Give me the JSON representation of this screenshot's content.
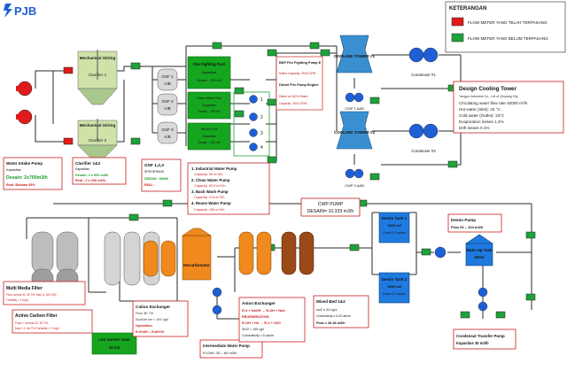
{
  "header": {
    "logo_text": "PJB",
    "legend_title": "KETERANGAN",
    "legend_installed": "FLOW METER YANG TELAH TERPASANG",
    "legend_not_installed": "FLOW METER YANG BELUM TERPASANG"
  },
  "colors": {
    "installed": "#e01b1b",
    "not_installed": "#1ea23a",
    "pipe": "#2a2a2a",
    "box_border": "#c81e1e",
    "pump_red": "#e01b1b",
    "pump_blue": "#1f5fd6",
    "tower": "#3a8fd0",
    "green_pool": "#16a51f",
    "filter_grey": "#bdbdbd",
    "orange": "#f08a1e",
    "brown": "#9a4a17",
    "tank_blue": "#1f7ae0",
    "spec_red": "#c81e1e",
    "spec_green": "#1b9a2a"
  },
  "equipment": {
    "mechanical_stirring_1": "Mechanical Stiring",
    "clarifier_1": "Clarifier 1",
    "mechanical_stirring_2": "Mechanical Stiring",
    "clarifier_2": "Clarifier 2",
    "gsf_1": "GSF 1",
    "gsf_2": "GSF 2",
    "gsf_3": "GSF 3",
    "gsf_ab": "A/B",
    "ff_pool_title": "Fire Fighting Pool",
    "ff_pool_cap": "Kapasitas",
    "ff_pool_design": "Desain : 750 m3",
    "cw_pool_title": "Clean Water Pool",
    "cw_pool_cap": "Kapasitas",
    "cw_pool_design": "Desain : 750 m3",
    "reuse_pool_title": "Reuse Pool",
    "reuse_pool_cap": "Kapasitas",
    "reuse_pool_design": "Desain : 150 m3",
    "pump_labels": [
      "1",
      "2",
      "3",
      "4"
    ],
    "cooling_tower_1": "COOLING TOWER #1",
    "cooling_tower_2": "COOLING TOWER #2",
    "cwp1": "CWP 1 A&B",
    "cwp2": "CWP 2 A&B",
    "condenser_1": "Condenser #1",
    "condenser_2": "Condenser #2",
    "life_water_tank": "LIFE WATER TANK",
    "life_water_tank_cap": "40 m3",
    "decarbonator": "Decarbonator",
    "demin_tank_1": "Demin Tank 1",
    "demin_tank_1_cap": "1000 m3",
    "demin_tank_1_cond": "Cond: 0.2 us/cm",
    "demin_tank_2": "Demin Tank 2",
    "demin_tank_2_cap": "1000 m3",
    "demin_tank_2_cond": "Cond: 0.2 us/cm",
    "makeup_tank": "Make Up Tank",
    "makeup_tank_cap": "40m3"
  },
  "annotations": {
    "intake_title": "Water Intake Pump",
    "intake_cap": "Kapasitas",
    "intake_design": "Desain: 2x700m3/h",
    "intake_real": "Real: Bukaan 35%",
    "clarifier_title": "Clarifier 1&2",
    "clarifier_cap": "Kapasitas",
    "clarifier_design": "Desain: 2 x 600 m3/h",
    "clarifier_real": "Real : 2 x 200 m3/h",
    "gsf_title": "GSF 1,2,3",
    "gsf_spec": "SPESIFIKASI",
    "gsf_design": "DESAIN : 800t/h",
    "gsf_real": "REAL :",
    "bdp_title": "BDP Fire Fighting Pump E",
    "bdp_cap": "Rated Capacity: 2642 GPM",
    "diesel_title": "Diesel Fire Pump Engine",
    "diesel_rated": "Rated at 150% Rated",
    "diesel_cap": "Capacity: 2642 GPM",
    "water_pumps": [
      "1. Industrial Water Pump",
      "Capacity: 95 m^3/h",
      "2. Clean Water Pump",
      "Capacity: 63.5 m^3/h",
      "3. Back Wash Pump",
      "Capacity: 174 m^3/h",
      "4. Reuse Water Pump",
      "Capacity: 199 m^3/h"
    ],
    "cwp_pump": "CWP PUMP",
    "cwp_design": "DESAIN= 10.333 m3/h",
    "design_ct_title": "Design Cooling Tower",
    "design_ct_lines": [
      "Yangpu Industrial Co., Ltd of Qinyang City",
      "Circulating water flow rate 40000 m³/h",
      "Hot water (Inlet): 43 °C",
      "Cold water (Outlet): 33°C",
      "Evaporation losses 1.2%",
      "Drift losses 0.1%"
    ],
    "demin_pump_title": "Demin Pump",
    "demin_pump_flow": "Flow 52 – 104 m3/h",
    "mmf_title": "Multi Media Filter",
    "mmf_lines": [
      "Flow normal 3C 30 T/h, Max (1 3A 5 t/h)",
      "Turbidity < 1 mg/L"
    ],
    "acf_title": "Active Carbon Filter",
    "acf_lines": [
      "Flow = normal 3C 30 T/h,",
      "Max 1 2 4A T/h Turbidity < 2 mg/l"
    ],
    "cation_title": "Cation Exchanger",
    "cation_lines": [
      "Flow 3K T/h",
      "Sodium ion < 100 ug/l"
    ],
    "cation_operation": "Operation",
    "cation_op_value": "R-H+MX -- R-M+HX",
    "anion_title": "Anion Exchanger",
    "anion_lines": [
      "R-X + NaOH → R-OH + NaX",
      "REGENERATION",
      "R-OH + HX → R-X + H2O",
      "SiO2 < 100 ug/l",
      "Conductivity < 5 us/cm"
    ],
    "mixed_bed_title": "Mixed Bed 1&2",
    "mixed_bed_lines": [
      "sio2 ≤ 20 ug/L",
      "Conductivity ≤ 0.20 us/cm",
      "Flow = 30-36 m3/h"
    ],
    "intermediate_title": "Intermediate Water Pump",
    "intermediate_flow": "FLOW= 30 – 60 m3/h",
    "condensat_title": "Condensat Transfer Pump",
    "condensat_cap": "Kapasitas 30 m3/h"
  }
}
